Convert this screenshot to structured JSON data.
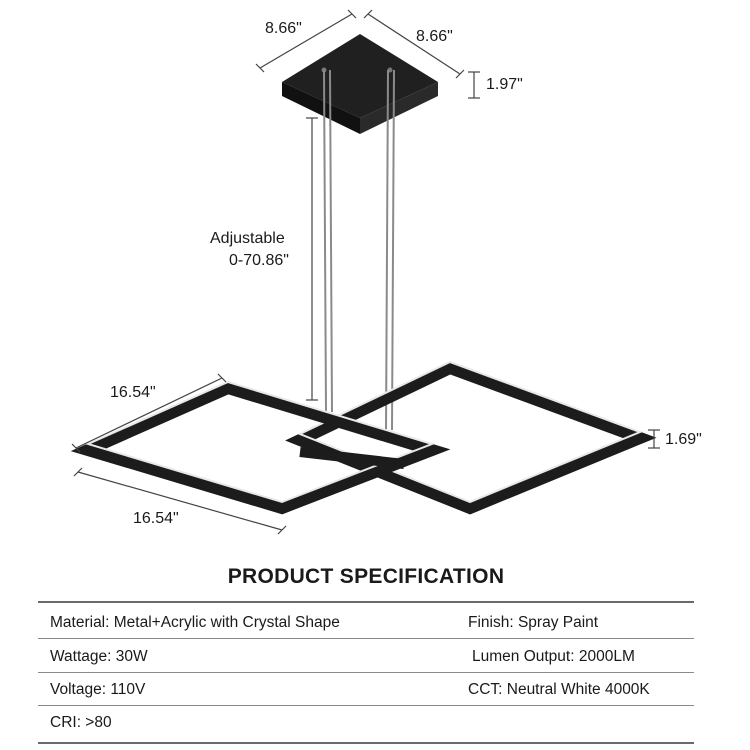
{
  "dimensions": {
    "canopy_width": "8.66\"",
    "canopy_depth": "8.66\"",
    "canopy_height": "1.97\"",
    "adjustable_label": "Adjustable",
    "adjustable_range": "0-70.86\"",
    "frame_width": "16.54\"",
    "frame_depth": "16.54\"",
    "frame_height": "1.69\""
  },
  "spec": {
    "title": "PRODUCT SPECIFICATION",
    "rows": [
      {
        "left": "Material: Metal+Acrylic with Crystal Shape",
        "right": "Finish: Spray Paint"
      },
      {
        "left": "Wattage: 30W",
        "right": "Lumen Output: 2000LM"
      },
      {
        "left": "Voltage: 110V",
        "right": "CCT: Neutral White 4000K"
      },
      {
        "left": "CRI: >80",
        "right": ""
      }
    ]
  },
  "colors": {
    "fixture": "#1c1c1c",
    "rule": "#6a6a6a"
  }
}
